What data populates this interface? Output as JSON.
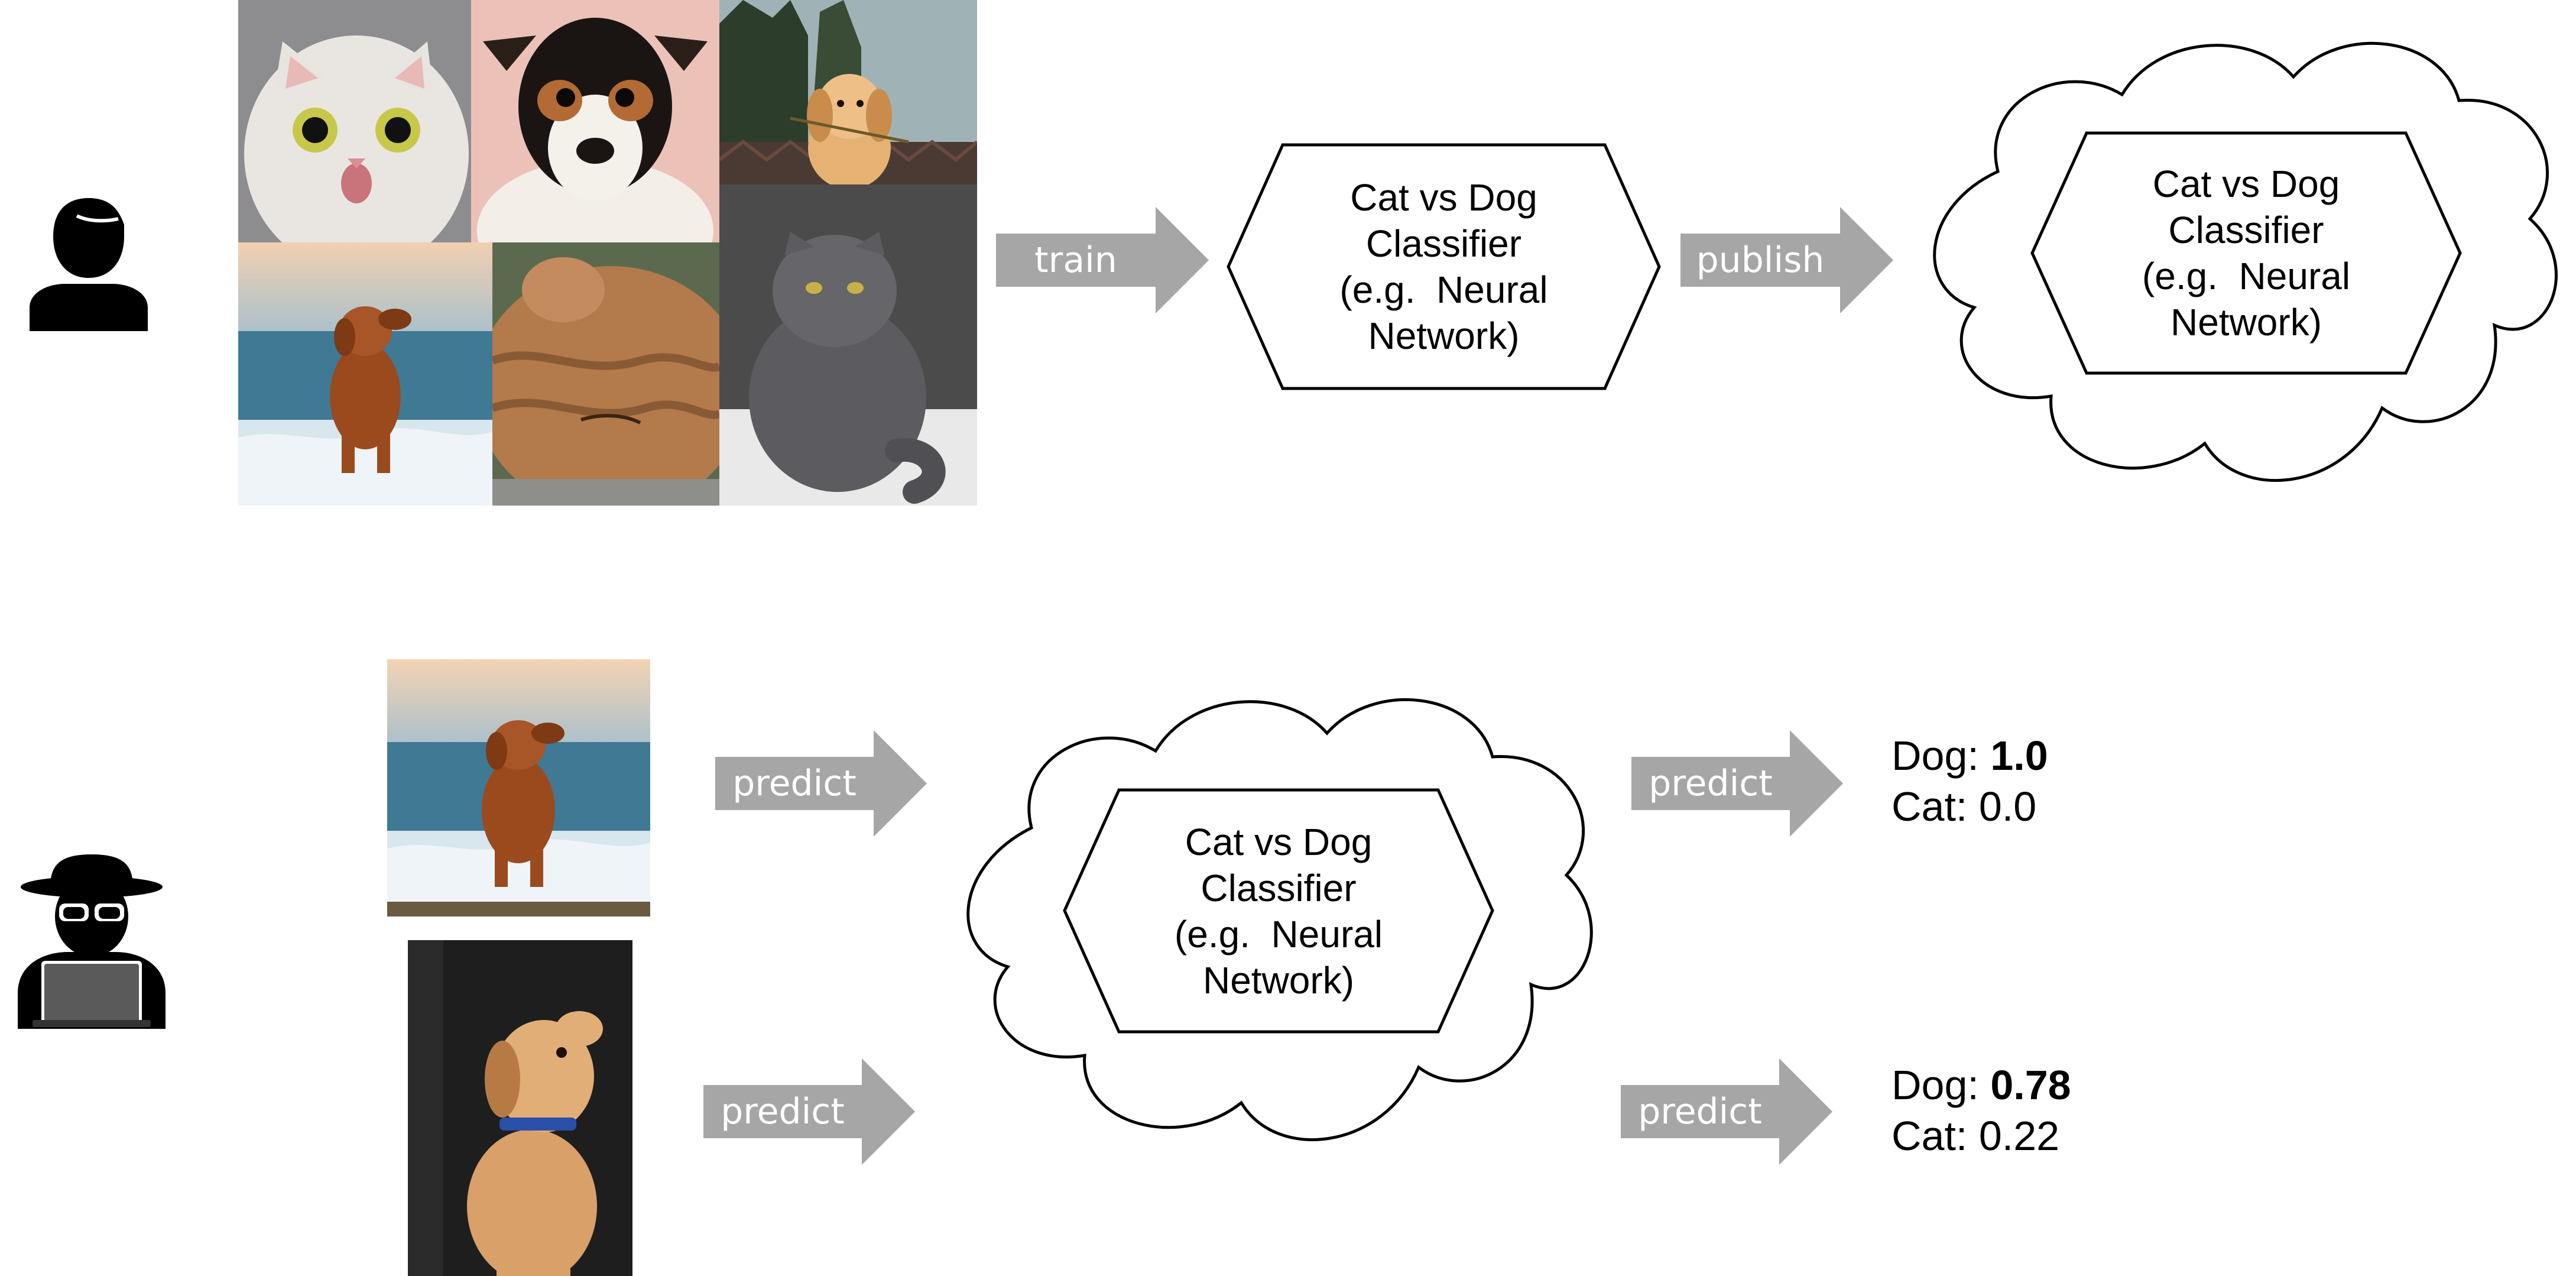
{
  "training": {
    "arrow_train": "train",
    "arrow_publish": "publish",
    "classifier_local": [
      "Cat vs Dog",
      "Classifier",
      "(e.g.  Neural",
      "Network)"
    ],
    "classifier_cloud": [
      "Cat vs Dog",
      "Classifier",
      "(e.g.  Neural",
      "Network)"
    ]
  },
  "attack": {
    "classifier_cloud": [
      "Cat vs Dog",
      "Classifier",
      "(e.g.  Neural",
      "Network)"
    ],
    "arrow_predict_in_1": "predict",
    "arrow_predict_in_2": "predict",
    "arrow_predict_out_1": "predict",
    "arrow_predict_out_2": "predict",
    "result_1": {
      "dog_label": "Dog: ",
      "dog_value": "1.0",
      "cat_label": "Cat: ",
      "cat_value": "0.0"
    },
    "result_2": {
      "dog_label": "Dog: ",
      "dog_value": "0.78",
      "cat_label": "Cat: ",
      "cat_value": "0.22"
    }
  },
  "colors": {
    "arrow_fill": "#a6a6a6",
    "icon_fill": "#000000",
    "shape_stroke": "#000000"
  },
  "icons": {
    "owner": "user-icon",
    "attacker": "hacker-laptop-icon"
  }
}
